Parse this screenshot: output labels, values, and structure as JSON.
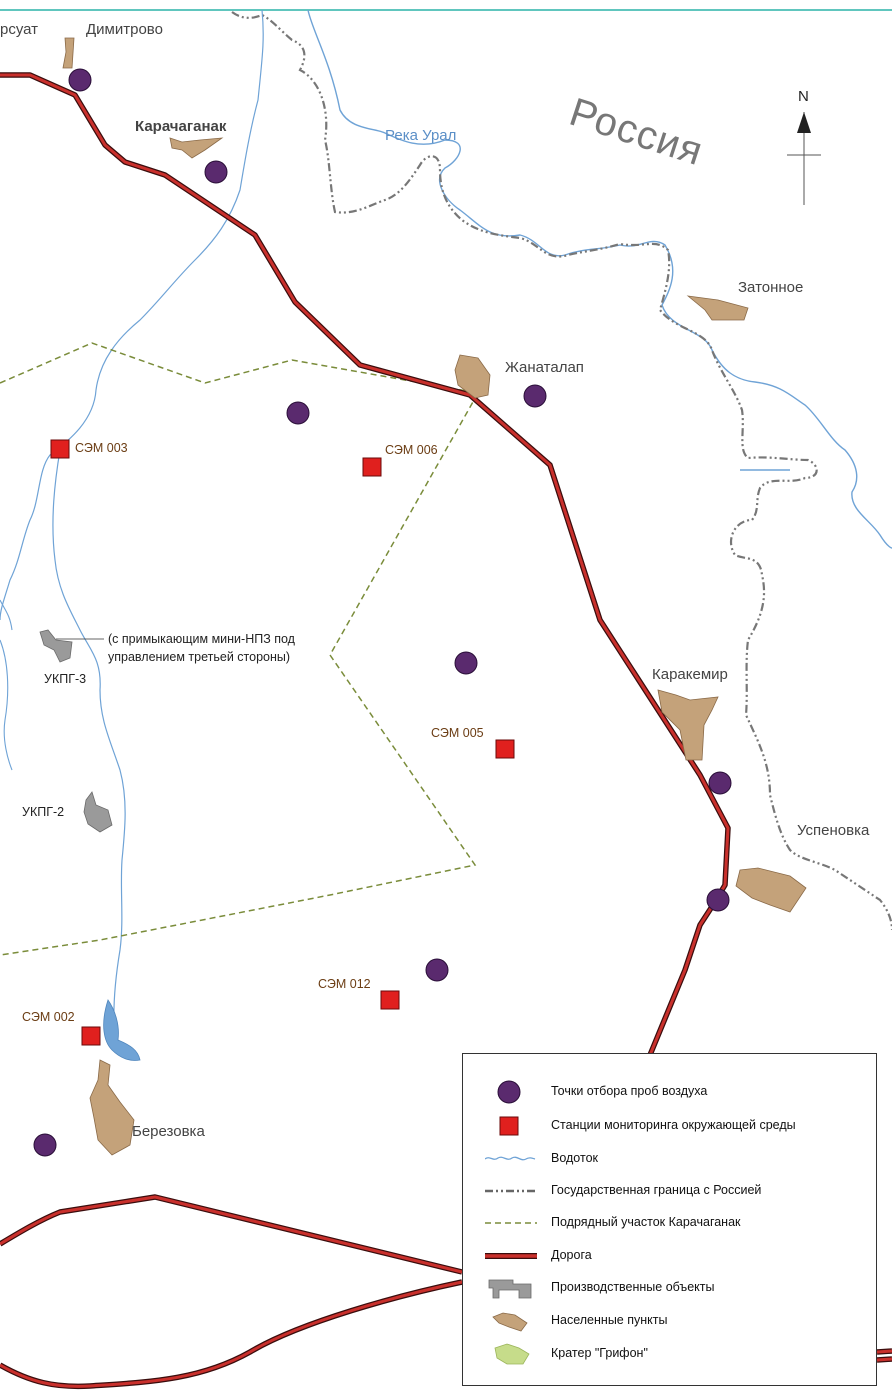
{
  "north_label": "N",
  "country_label": "Россия",
  "river_label": "Река Урал",
  "settlements": [
    {
      "id": "s1",
      "name": "рсуат"
    },
    {
      "id": "s2",
      "name": "Димитрово"
    },
    {
      "id": "s3",
      "name": "Карачаганак"
    },
    {
      "id": "s4",
      "name": "Затонное"
    },
    {
      "id": "s5",
      "name": "Жанаталап"
    },
    {
      "id": "s6",
      "name": "Каракемир"
    },
    {
      "id": "s7",
      "name": "Успеновка"
    },
    {
      "id": "s8",
      "name": "Березовка"
    }
  ],
  "stations": [
    {
      "id": "st1",
      "name": "СЭМ 003"
    },
    {
      "id": "st2",
      "name": "СЭМ 006"
    },
    {
      "id": "st3",
      "name": "СЭМ 005"
    },
    {
      "id": "st4",
      "name": "СЭМ 012"
    },
    {
      "id": "st5",
      "name": "СЭМ 002"
    }
  ],
  "facilities": [
    {
      "id": "f1",
      "name": "УКПГ-3"
    },
    {
      "id": "f2",
      "name": "УКПГ-2"
    }
  ],
  "facility_note": "(с примыкающим мини-НПЗ под управлением третьей стороны)",
  "legend": [
    {
      "icon": "air-sampling-point-icon",
      "label": "Точки отбора проб воздуха"
    },
    {
      "icon": "monitoring-station-icon",
      "label": "Станции мониторинга окружающей среды"
    },
    {
      "icon": "watercourse-icon",
      "label": "Водоток"
    },
    {
      "icon": "state-border-icon",
      "label": "Государственная граница с Россией"
    },
    {
      "icon": "contract-area-icon",
      "label": "Подрядный участок Карачаганак"
    },
    {
      "icon": "road-icon",
      "label": "Дорога"
    },
    {
      "icon": "industrial-facility-icon",
      "label": "Производственные объекты"
    },
    {
      "icon": "settlement-icon",
      "label": "Населенные пункты"
    },
    {
      "icon": "crater-icon",
      "label": "Кратер \"Грифон\""
    }
  ],
  "colors": {
    "river": "#6fa3d6",
    "road_fill": "#c9302c",
    "road_edge": "#3a0d0d",
    "border": "#777777",
    "contract": "#7a8c3a",
    "settlement": "#c4a27a",
    "facility": "#9a9a9a",
    "station": "#e0201e",
    "sampling_point": "#5a2a6e",
    "crater": "#c6dc8a",
    "frame": "#2bb3a8"
  }
}
